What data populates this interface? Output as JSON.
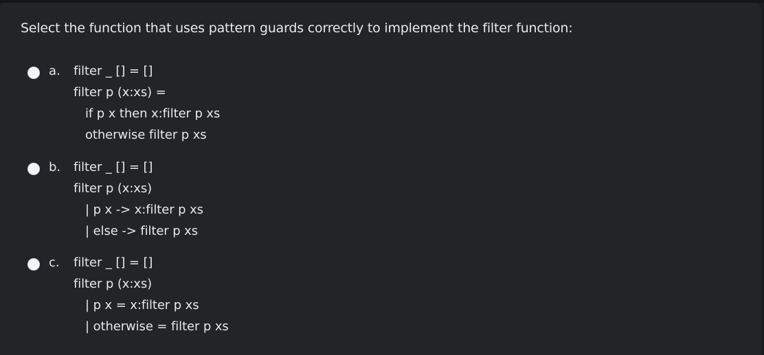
{
  "question": {
    "text": "Select the function that uses pattern guards correctly to implement the filter function:"
  },
  "options": [
    {
      "letter": "a.",
      "lines": [
        "filter _ [] = []",
        "filter p (x:xs) =",
        "if p x then x:filter p xs",
        "otherwise filter p xs"
      ]
    },
    {
      "letter": "b.",
      "lines": [
        "filter _ [] = []",
        "filter p (x:xs)",
        "| p x -> x:filter p xs",
        "| else -> filter p xs"
      ]
    },
    {
      "letter": "c.",
      "lines": [
        "filter _ [] = []",
        "filter p (x:xs)",
        "| p x = x:filter p xs",
        "| otherwise = filter p xs"
      ]
    }
  ]
}
